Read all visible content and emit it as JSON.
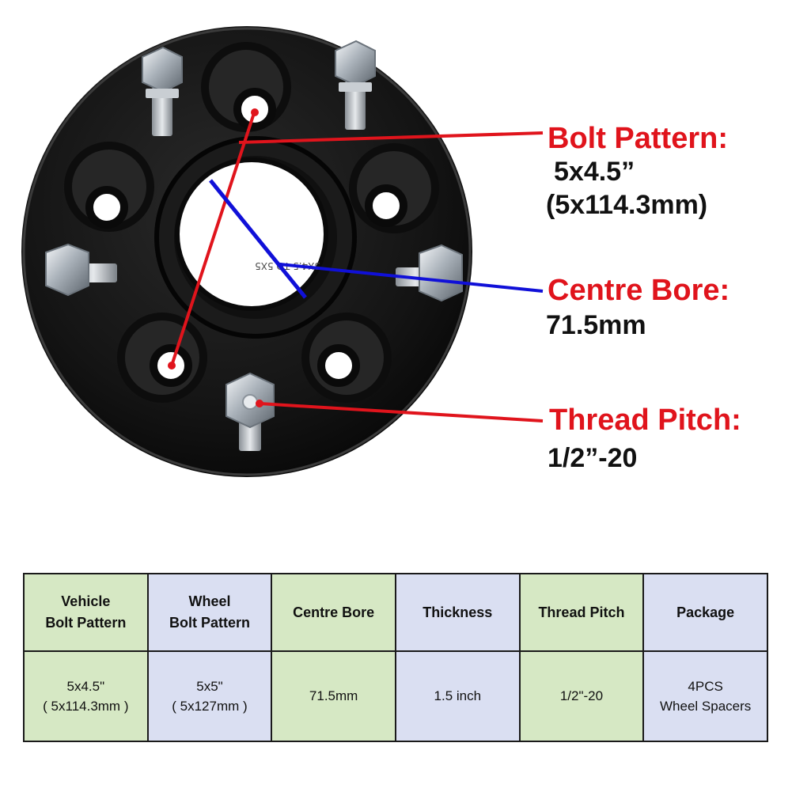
{
  "callouts": {
    "bolt_pattern": {
      "title": "Bolt Pattern:",
      "value_line1": "5x4.5”",
      "value_line2": "(5x114.3mm)"
    },
    "centre_bore": {
      "title": "Centre Bore:",
      "value": "71.5mm"
    },
    "thread_pitch": {
      "title": "Thread Pitch:",
      "value": "1/2”-20"
    }
  },
  "spacer_engraving": "5X4.5 TO 5X5",
  "colors": {
    "callout_red": "#e0141c",
    "callout_blue": "#1010d8",
    "spacer_black": "#141414",
    "header_green": "#d6e8c4",
    "header_lavender": "#dadff2"
  },
  "table": {
    "headers": [
      {
        "lines": [
          "Vehicle",
          "Bolt Pattern"
        ]
      },
      {
        "lines": [
          "Wheel",
          "Bolt Pattern"
        ]
      },
      {
        "lines": [
          "Centre Bore"
        ]
      },
      {
        "lines": [
          "Thickness"
        ]
      },
      {
        "lines": [
          "Thread Pitch"
        ]
      },
      {
        "lines": [
          "Package"
        ]
      }
    ],
    "values": [
      {
        "lines": [
          "5x4.5\"",
          "( 5x114.3mm )"
        ]
      },
      {
        "lines": [
          "5x5\"",
          "( 5x127mm )"
        ]
      },
      {
        "lines": [
          "71.5mm"
        ]
      },
      {
        "lines": [
          "1.5 inch"
        ]
      },
      {
        "lines": [
          "1/2\"-20"
        ]
      },
      {
        "lines": [
          "4PCS",
          "Wheel Spacers"
        ]
      }
    ]
  }
}
